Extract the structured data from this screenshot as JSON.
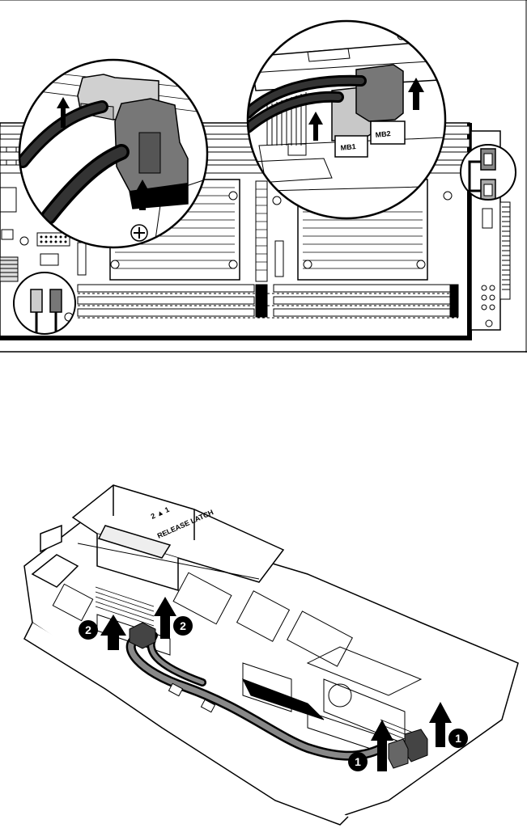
{
  "top_figure": {
    "connector_labels": [
      "MB1",
      "MB2"
    ]
  },
  "bottom_figure": {
    "callouts": [
      "1",
      "2"
    ],
    "latch_labels": [
      "RELEASE LATCH",
      "2 ▲ 1"
    ]
  }
}
